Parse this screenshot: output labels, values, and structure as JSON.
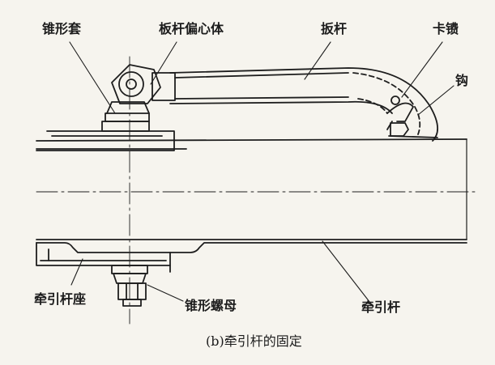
{
  "diagram": {
    "labels": {
      "cone_sleeve": "锥形套",
      "eccentric": "板杆偏心体",
      "lever": "扳杆",
      "clamp": "卡镄",
      "hook": "钩",
      "tow_seat": "牵引杆座",
      "cone_nut": "锥形螺母",
      "tow_bar": "牵引杆"
    },
    "caption": "(b)牵引杆的固定"
  }
}
